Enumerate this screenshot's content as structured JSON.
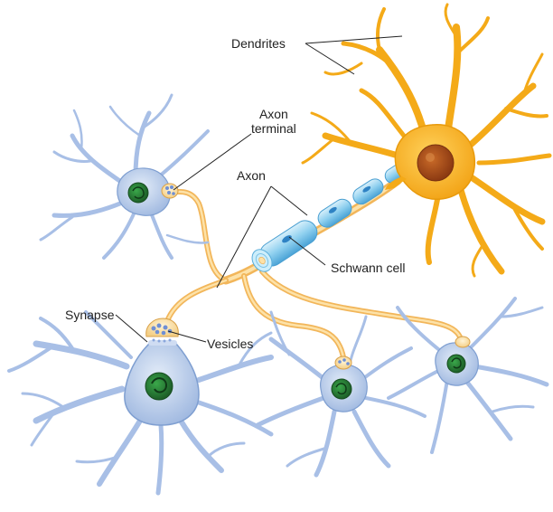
{
  "labels": {
    "dendrites": "Dendrites",
    "axon_terminal_line1": "Axon",
    "axon_terminal_line2": "terminal",
    "axon": "Axon",
    "schwann_cell": "Schwann cell",
    "synapse": "Synapse",
    "vesicles": "Vesicles"
  },
  "colors": {
    "background": "#ffffff",
    "motor_neuron": "#f7b21e",
    "motor_neuron_dark": "#e89a0c",
    "nucleus_orange": "#b4541e",
    "blue_neuron": "#b9cdea",
    "blue_neuron_edge": "#7f9fd1",
    "nucleus_green": "#2c8a3a",
    "axon": "#f6c77a",
    "myelin": "#9fd7f0",
    "myelin_dark": "#4aa3d6",
    "leader": "#222222"
  }
}
